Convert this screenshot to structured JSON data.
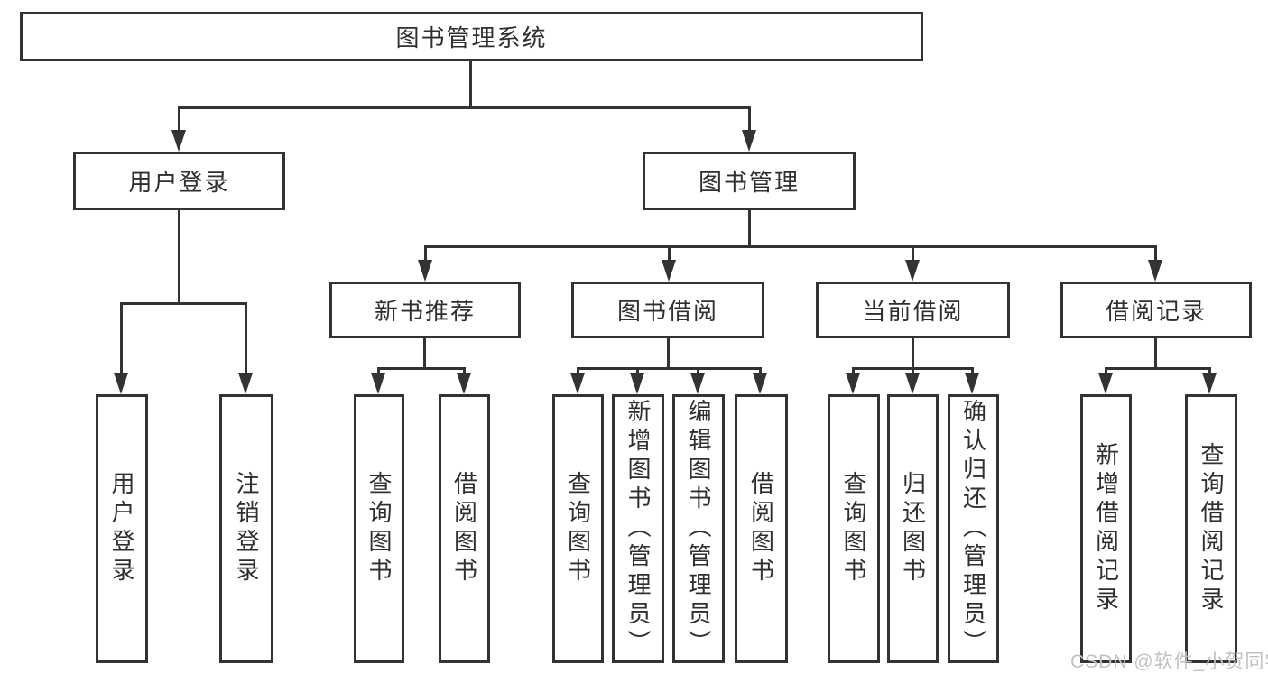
{
  "diagram": {
    "title": "图书管理系统",
    "root": {
      "label": "图书管理系统"
    },
    "level2": [
      {
        "label": "用户登录"
      },
      {
        "label": "图书管理"
      }
    ],
    "level3": [
      {
        "label": "新书推荐"
      },
      {
        "label": "图书借阅"
      },
      {
        "label": "当前借阅"
      },
      {
        "label": "借阅记录"
      }
    ],
    "leaves": {
      "user_login": [
        {
          "label": "用户登录"
        },
        {
          "label": "注销登录"
        }
      ],
      "new_book": [
        {
          "label": "查询图书"
        },
        {
          "label": "借阅图书"
        }
      ],
      "book_borrow": [
        {
          "label": "查询图书"
        },
        {
          "label": "新增图书（管理员）"
        },
        {
          "label": "编辑图书（管理员）"
        },
        {
          "label": "借阅图书"
        }
      ],
      "current_borrow": [
        {
          "label": "查询图书"
        },
        {
          "label": "归还图书"
        },
        {
          "label": "确认归还（管理员）"
        }
      ],
      "borrow_record": [
        {
          "label": "新增借阅记录"
        },
        {
          "label": "查询借阅记录"
        }
      ]
    }
  },
  "watermark": {
    "text": "CSDN @软件_小贺同学"
  },
  "colors": {
    "line": "#333333",
    "text": "#2f2f2f",
    "watermark": "#c2c2c2",
    "background": "#ffffff"
  }
}
